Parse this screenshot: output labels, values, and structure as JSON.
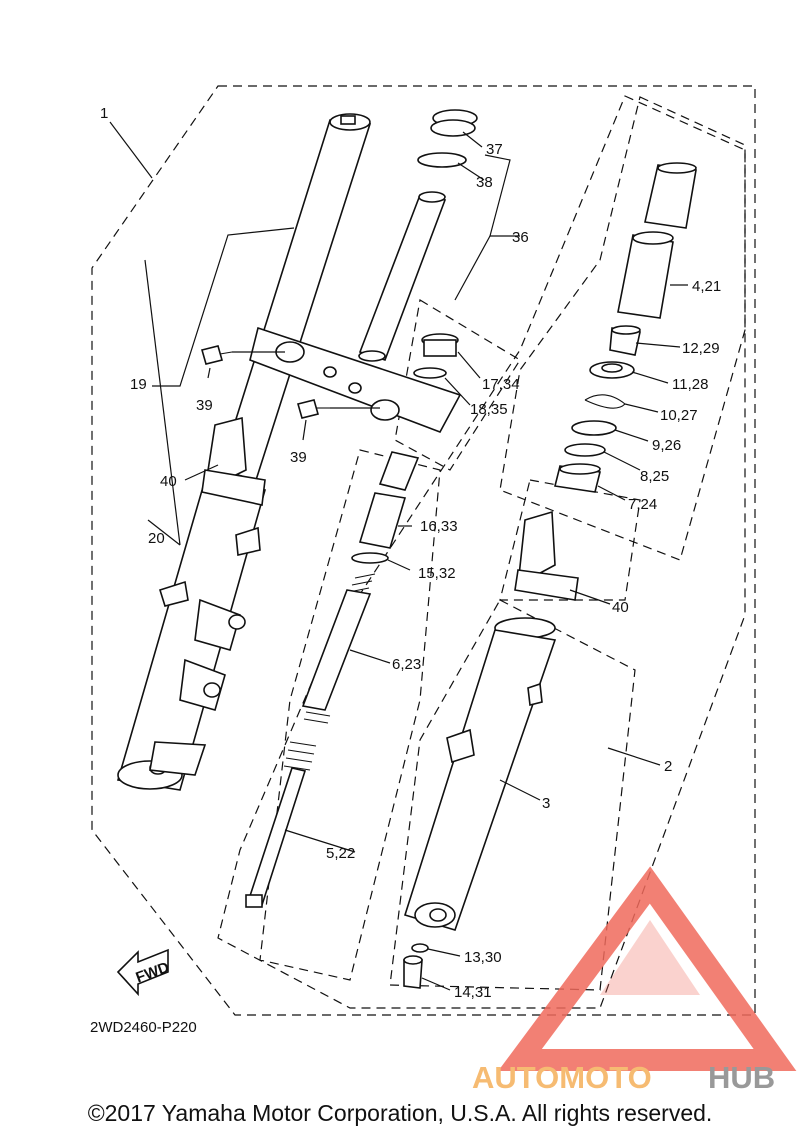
{
  "diagram_code": "2WD2460-P220",
  "fwd_label": "FWD",
  "copyright": "©2017 Yamaha Motor Corporation, U.S.A. All rights reserved.",
  "watermark": {
    "part1": "AUTOMOTO",
    "part2": "HUB",
    "color_primary": "#f06a5c",
    "color_secondary": "#888888"
  },
  "callouts": {
    "c1": "1",
    "c2": "2",
    "c3": "3",
    "c4_21": "4,21",
    "c5_22": "5,22",
    "c6_23": "6,23",
    "c7_24": "7,24",
    "c8_25": "8,25",
    "c9_26": "9,26",
    "c10_27": "10,27",
    "c11_28": "11,28",
    "c12_29": "12,29",
    "c13_30": "13,30",
    "c14_31": "14,31",
    "c15_32": "15,32",
    "c16_33": "16,33",
    "c17_34": "17,34",
    "c18_35": "18,35",
    "c19": "19",
    "c20": "20",
    "c36": "36",
    "c37": "37",
    "c38": "38",
    "c39a": "39",
    "c39b": "39",
    "c40a": "40",
    "c40b": "40"
  }
}
